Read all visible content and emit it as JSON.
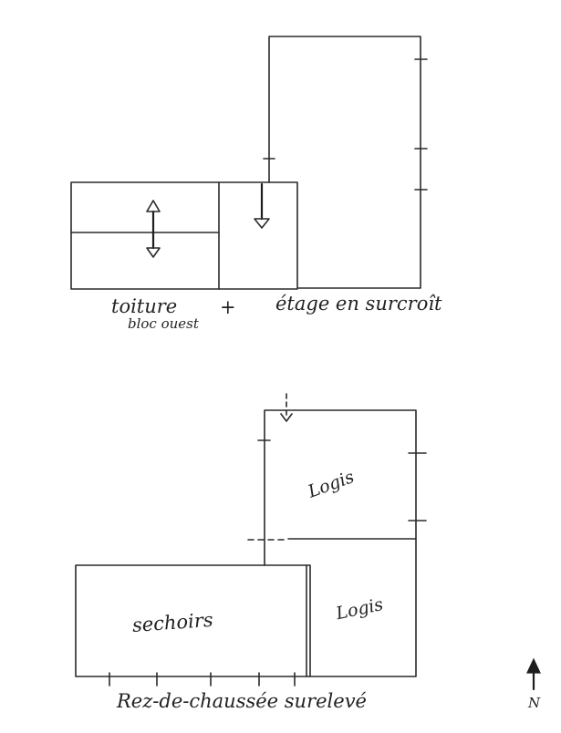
{
  "top_plan": {
    "label_roof": "toiture",
    "label_plus": "+",
    "label_floor": "étage en surcroît",
    "label_block": "bloc ouest"
  },
  "bottom_plan": {
    "room_logis_upper": "Logis",
    "room_logis_lower": "Logis",
    "room_sechoirs": "sechoirs",
    "caption": "Rez-de-chaussée surelevé"
  },
  "north": {
    "label": "N",
    "icon": "north-arrow-icon"
  }
}
